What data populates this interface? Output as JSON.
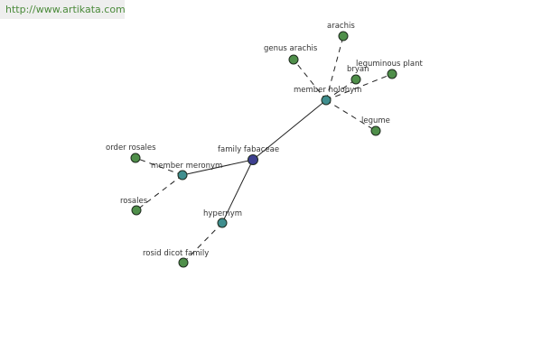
{
  "watermark": "http://www.artikata.com",
  "colors": {
    "center": "#3d3f8f",
    "relation": "#3f8e8e",
    "term": "#4f8f4a"
  },
  "nodes": [
    {
      "id": "family_fabaceae",
      "label": "family fabaceae",
      "kind": "center"
    },
    {
      "id": "member_holonym",
      "label": "member holonym",
      "kind": "relation"
    },
    {
      "id": "member_meronym",
      "label": "member meronym",
      "kind": "relation"
    },
    {
      "id": "hypernym",
      "label": "hypernym",
      "kind": "relation"
    },
    {
      "id": "arachis",
      "label": "arachis",
      "kind": "term"
    },
    {
      "id": "genus_arachis",
      "label": "genus arachis",
      "kind": "term"
    },
    {
      "id": "bryan",
      "label": "bryan",
      "kind": "term"
    },
    {
      "id": "leguminous_plant",
      "label": "leguminous plant",
      "kind": "term"
    },
    {
      "id": "legume",
      "label": "legume",
      "kind": "term"
    },
    {
      "id": "order_rosales",
      "label": "order rosales",
      "kind": "term"
    },
    {
      "id": "rosales",
      "label": "rosales",
      "kind": "term"
    },
    {
      "id": "rosid_dicot_family",
      "label": "rosid dicot family",
      "kind": "term"
    }
  ],
  "edges": [
    {
      "from": "family_fabaceae",
      "to": "member_holonym",
      "style": "solid"
    },
    {
      "from": "family_fabaceae",
      "to": "member_meronym",
      "style": "solid"
    },
    {
      "from": "family_fabaceae",
      "to": "hypernym",
      "style": "solid"
    },
    {
      "from": "member_holonym",
      "to": "arachis",
      "style": "dashed"
    },
    {
      "from": "member_holonym",
      "to": "genus_arachis",
      "style": "dashed"
    },
    {
      "from": "member_holonym",
      "to": "bryan",
      "style": "dashed"
    },
    {
      "from": "member_holonym",
      "to": "leguminous_plant",
      "style": "dashed"
    },
    {
      "from": "member_holonym",
      "to": "legume",
      "style": "dashed"
    },
    {
      "from": "member_meronym",
      "to": "order_rosales",
      "style": "dashed"
    },
    {
      "from": "member_meronym",
      "to": "rosales",
      "style": "dashed"
    },
    {
      "from": "hypernym",
      "to": "rosid_dicot_family",
      "style": "dashed"
    }
  ]
}
